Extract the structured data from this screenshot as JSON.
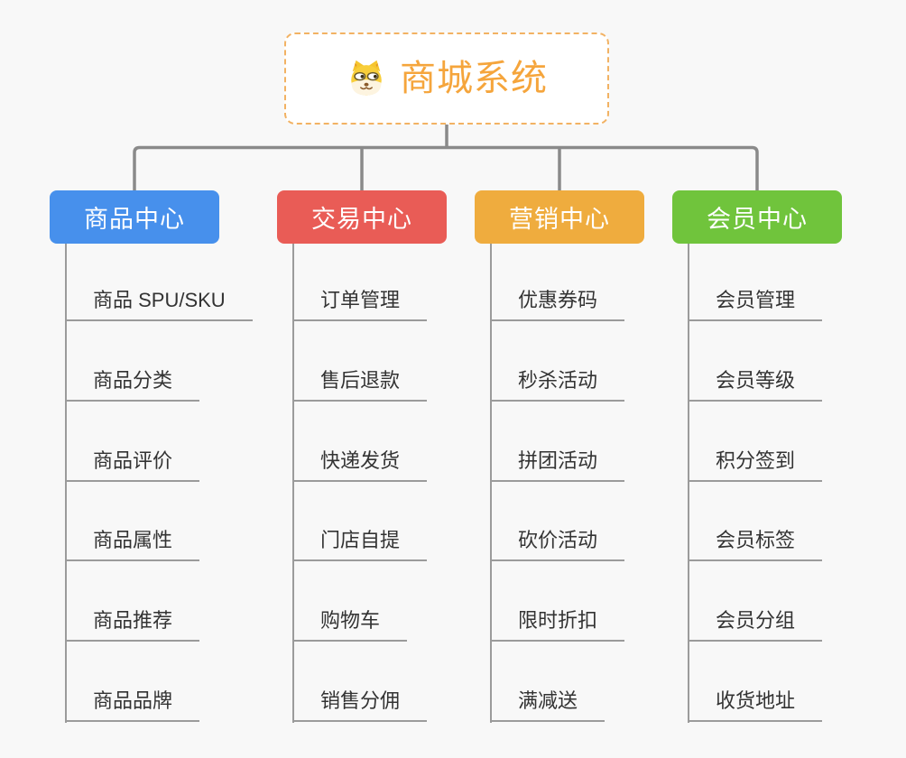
{
  "root": {
    "title": "商城系统",
    "icon": "dog-face-icon",
    "title_color": "#f5a53c",
    "border_color": "#f2b263"
  },
  "connector_color": "#8a8a8a",
  "child_line_color": "#9b9b9b",
  "branches": [
    {
      "label": "商品中心",
      "color": "#4790EC",
      "children": [
        "商品 SPU/SKU",
        "商品分类",
        "商品评价",
        "商品属性",
        "商品推荐",
        "商品品牌"
      ]
    },
    {
      "label": "交易中心",
      "color": "#E95C56",
      "children": [
        "订单管理",
        "售后退款",
        "快递发货",
        "门店自提",
        "购物车",
        "销售分佣"
      ]
    },
    {
      "label": "营销中心",
      "color": "#EFAC3E",
      "children": [
        "优惠券码",
        "秒杀活动",
        "拼团活动",
        "砍价活动",
        "限时折扣",
        "满减送"
      ]
    },
    {
      "label": "会员中心",
      "color": "#70C43C",
      "children": [
        "会员管理",
        "会员等级",
        "积分签到",
        "会员标签",
        "会员分组",
        "收货地址"
      ]
    }
  ]
}
